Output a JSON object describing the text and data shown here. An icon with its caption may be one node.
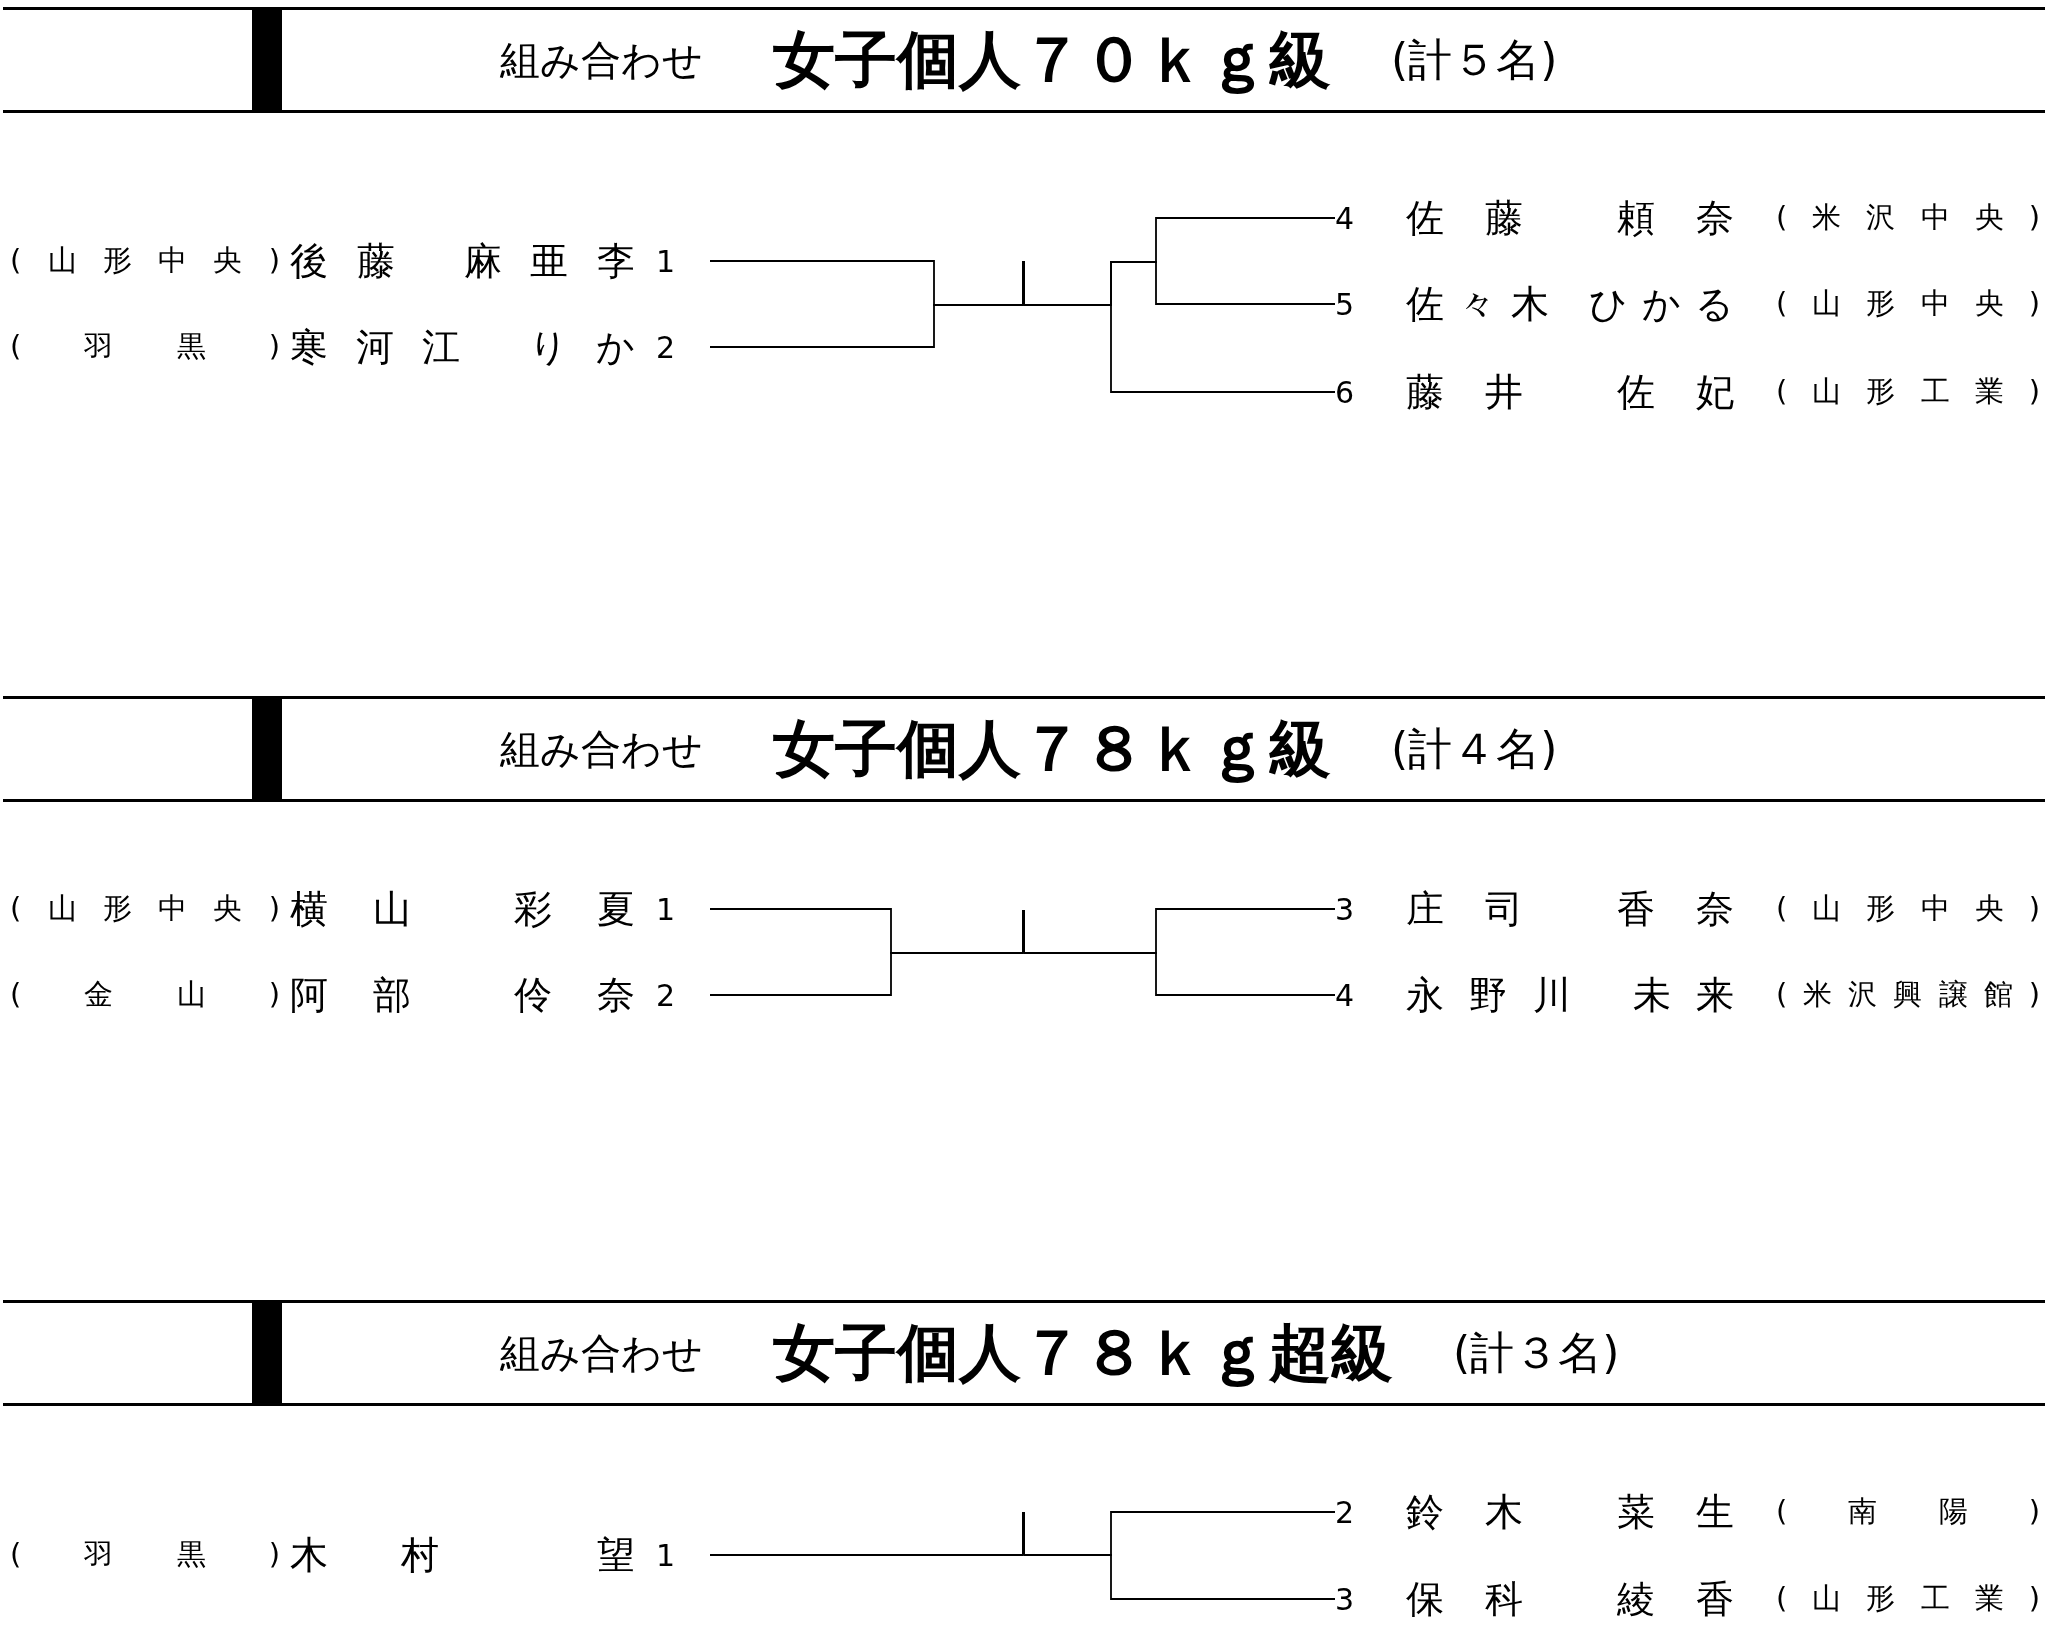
{
  "diagram": {
    "nodes": [
      {
        "text": [
          "(山形中央)",
          "後藤 麻亜李",
          "1"
        ]
      },
      {
        "text": [
          "(羽黒)",
          "寒河江 りか",
          "2"
        ]
      },
      {
        "text": [],
        "shape": "bar"
      },
      {
        "text": [
          "4",
          "佐藤 頼奈",
          "(米沢中央)"
        ]
      },
      {
        "text": [
          "5",
          "佐々木 ひかる",
          "(山形中央)"
        ]
      },
      {
        "text": [
          "6",
          "藤井 佐妃",
          "(山形工業)"
        ]
      },
      {
        "text": [
          "(山形中央)",
          "横山 彩夏",
          "1"
        ]
      },
      {
        "text": [
          "(金山)",
          "阿部 伶奈",
          "2"
        ]
      },
      {
        "text": [],
        "shape": "bar"
      },
      {
        "text": [
          "3",
          "庄司 香奈",
          "(山形中央)"
        ]
      },
      {
        "text": [
          "4",
          "永野川 未来",
          "(米沢興譲館)"
        ]
      },
      {
        "text": [
          "(羽黒)",
          "木村 望",
          "1"
        ]
      },
      {
        "text": [],
        "shape": "bar"
      },
      {
        "text": [
          "2",
          "鈴木 菜生",
          "(南陽)"
        ]
      },
      {
        "text": [
          "3",
          "保科 綾香",
          "(山形工業)"
        ]
      }
    ],
    "edges": [
      {
        "from": 0,
        "to": 2,
        "arrow": "none"
      },
      {
        "from": 1,
        "to": 2,
        "arrow": "none"
      },
      {
        "from": 3,
        "to": 2,
        "arrow": "none"
      },
      {
        "from": 4,
        "to": 2,
        "arrow": "none"
      },
      {
        "from": 5,
        "to": 2,
        "arrow": "none"
      },
      {
        "from": 6,
        "to": 8,
        "arrow": "none"
      },
      {
        "from": 7,
        "to": 8,
        "arrow": "none"
      },
      {
        "from": 9,
        "to": 8,
        "arrow": "none"
      },
      {
        "from": 10,
        "to": 8,
        "arrow": "none"
      },
      {
        "from": 11,
        "to": 12,
        "arrow": "none"
      },
      {
        "from": 13,
        "to": 12,
        "arrow": "none"
      },
      {
        "from": 14,
        "to": 12,
        "arrow": "none"
      }
    ],
    "labels": [
      "組み合わせ",
      "女子個人７０ｋｇ級",
      "(計５名)",
      "組み合わせ",
      "女子個人７８ｋｇ級",
      "(計４名)",
      "組み合わせ",
      "女子個人７８ｋｇ超級",
      "(計３名)"
    ]
  }
}
